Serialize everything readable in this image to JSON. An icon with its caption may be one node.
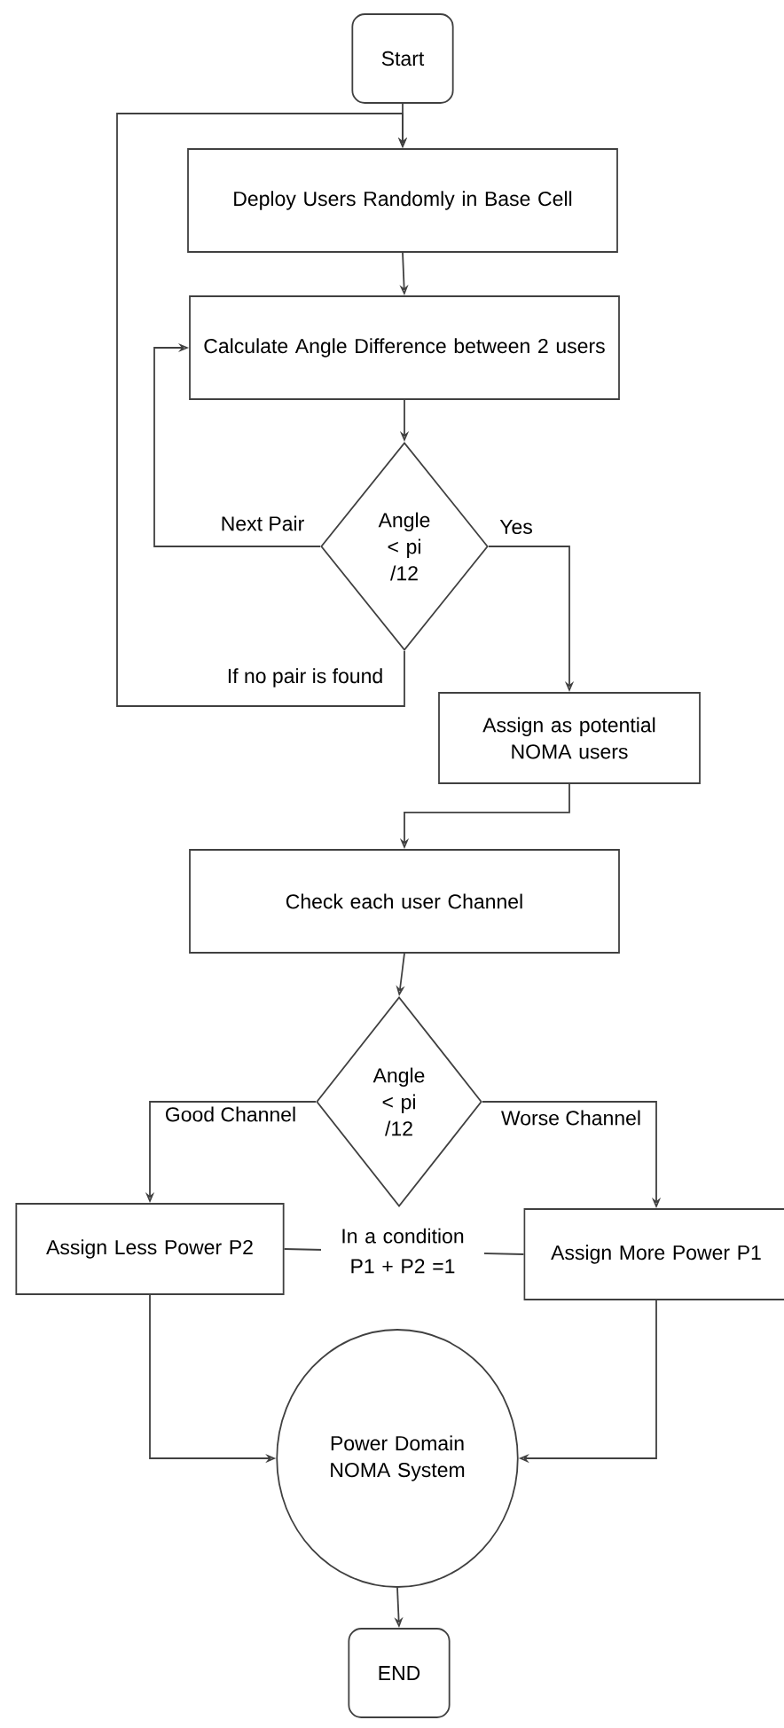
{
  "diagram": {
    "nodes": [
      {
        "text": [
          "Start"
        ]
      },
      {
        "text": [
          "Deploy Users Randomly in Base Cell"
        ]
      },
      {
        "text": [
          "Calculate Angle Difference between 2 users"
        ]
      },
      {
        "text": [
          "Angle < pi /12"
        ]
      },
      {
        "text": [
          "Assign as potential NOMA users"
        ]
      },
      {
        "text": [
          "Check each user Channel"
        ]
      },
      {
        "text": [
          "Angle < pi /12"
        ]
      },
      {
        "text": [
          "Assign Less Power P2"
        ]
      },
      {
        "text": [
          "Assign More Power P1"
        ]
      },
      {
        "text": [
          "Power Domain NOMA System"
        ]
      },
      {
        "text": [
          "END"
        ]
      }
    ],
    "edges": [
      {
        "from": 0,
        "to": 1,
        "arrow": "to"
      },
      {
        "from": 1,
        "to": 2,
        "arrow": "to"
      },
      {
        "from": 2,
        "to": 3,
        "arrow": "to"
      },
      {
        "from": 3,
        "to": 2,
        "arrow": "to",
        "label": "Next Pair"
      },
      {
        "from": 3,
        "to": 1,
        "arrow": "to",
        "label": "If no pair is found"
      },
      {
        "from": 3,
        "to": 4,
        "arrow": "to",
        "label": "Yes"
      },
      {
        "from": 4,
        "to": 5,
        "arrow": "to"
      },
      {
        "from": 5,
        "to": 6,
        "arrow": "to"
      },
      {
        "from": 6,
        "to": 7,
        "arrow": "to",
        "label": "Good Channel"
      },
      {
        "from": 6,
        "to": 8,
        "arrow": "to",
        "label": "Worse Channel"
      },
      {
        "from": 7,
        "to": 8,
        "arrow": "none",
        "label": "In a condition P1 + P2 =1"
      },
      {
        "from": 7,
        "to": 9,
        "arrow": "to"
      },
      {
        "from": 8,
        "to": 9,
        "arrow": "to"
      },
      {
        "from": 9,
        "to": 10,
        "arrow": "to"
      }
    ]
  }
}
